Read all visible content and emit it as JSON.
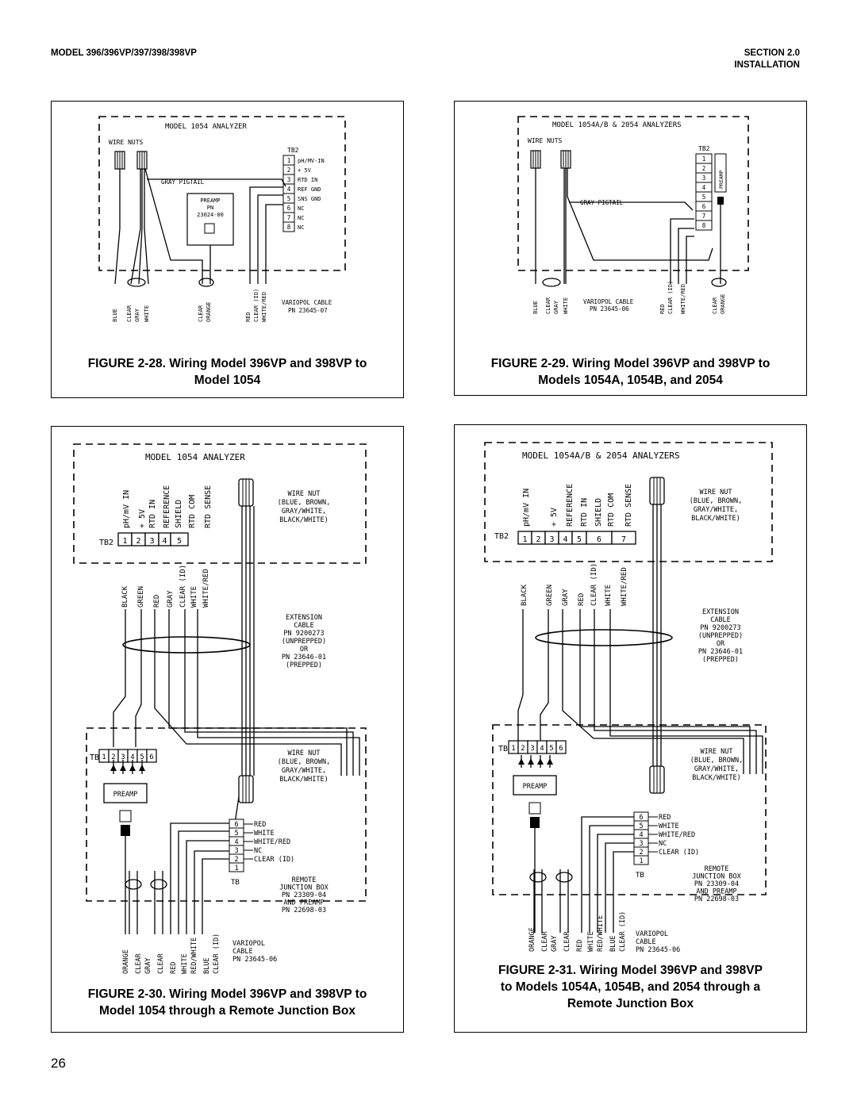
{
  "header": {
    "model": "MODEL 396/396VP/397/398/398VP",
    "section": "SECTION 2.0",
    "section_title": "INSTALLATION"
  },
  "page_number": "26",
  "figures": {
    "fig28": {
      "caption_line1": "FIGURE 2-28. Wiring Model 396VP and 398VP to",
      "caption_line2": "Model 1054",
      "analyzer_title": "MODEL 1054 ANALYZER",
      "wire_nuts": "WIRE NUTS",
      "tb_label": "TB2",
      "gray_pigtail": "GRAY PIGTAIL",
      "preamp_lines": [
        "PREAMP",
        "PN",
        "23024-00"
      ],
      "terminals": [
        "1",
        "2",
        "3",
        "4",
        "5",
        "6",
        "7",
        "8"
      ],
      "terminal_labels": [
        "pH/MV-IN",
        "+ 5V",
        "RTD IN",
        "REF GND",
        "SNS GND",
        "NC",
        "NC",
        "NC"
      ],
      "wires": [
        "BLUE",
        "CLEAR",
        "GRAY",
        "WHITE",
        "CLEAR",
        "ORANGE",
        "RED",
        "CLEAR (ID)",
        "WHITE/RED"
      ],
      "cable_lines": [
        "VARIOPOL CABLE",
        "PN 23645-07"
      ]
    },
    "fig29": {
      "caption_line1": "FIGURE 2-29. Wiring Model 396VP and 398VP to",
      "caption_line2": "Models 1054A, 1054B, and 2054",
      "analyzer_title": "MODEL 1054A/B & 2054 ANALYZERS",
      "wire_nuts": "WIRE NUTS",
      "tb_label": "TB2",
      "gray_pigtail": "GRAY PIGTAIL",
      "preamp": "PREAMP",
      "terminals": [
        "1",
        "2",
        "3",
        "4",
        "5",
        "6",
        "7",
        "8"
      ],
      "wires": [
        "BLUE",
        "CLEAR",
        "GRAY",
        "WHITE",
        "RED",
        "CLEAR (ID)",
        "WHITE/RED",
        "CLEAR",
        "ORANGE"
      ],
      "cable_lines": [
        "VARIOPOL CABLE",
        "PN 23645-06"
      ]
    },
    "fig30": {
      "caption_line1": "FIGURE 2-30. Wiring Model 396VP and 398VP to",
      "caption_line2": "Model 1054 through a Remote Junction Box",
      "analyzer_title": "MODEL 1054 ANALYZER",
      "top_terms": [
        "pH/mV IN",
        "+ 5V",
        "RTD IN",
        "REFERENCE",
        "SHIELD",
        "RTD COM",
        "RTD SENSE"
      ],
      "tb2_label": "TB2",
      "tb2_terminals": [
        "1",
        "2",
        "3",
        "4",
        "5"
      ],
      "wire_nut_lines": [
        "WIRE NUT",
        "(BLUE, BROWN,",
        "GRAY/WHITE,",
        "BLACK/WHITE)"
      ],
      "mid_wires": [
        "BLACK",
        "GREEN",
        "RED",
        "GRAY",
        "CLEAR (ID)",
        "WHITE",
        "WHITE/RED"
      ],
      "ext_cable_lines": [
        "EXTENSION",
        "CABLE",
        "PN 9200273",
        "(UNPREPPED)",
        "OR",
        "PN 23646-01",
        "(PREPPED)"
      ],
      "tb_label": "TB",
      "tb_terminals": [
        "1",
        "2",
        "3",
        "4",
        "5",
        "6"
      ],
      "preamp": "PREAMP",
      "jb_terms": [
        "6",
        "5",
        "4",
        "3",
        "2",
        "1"
      ],
      "jb_labels": [
        "RED",
        "WHITE",
        "WHITE/RED",
        "NC",
        "CLEAR (ID)"
      ],
      "junction_lines": [
        "REMOTE",
        "JUNCTION BOX",
        "PN 23309-04",
        "AND PREAMP",
        "PN 22698-03"
      ],
      "bottom_wires": [
        "ORANGE",
        "CLEAR",
        "GRAY",
        "CLEAR",
        "RED",
        "WHITE",
        "RED/WHITE",
        "BLUE",
        "CLEAR (ID)"
      ],
      "cable_lines": [
        "VARIOPOL",
        "CABLE",
        "PN 23645-06"
      ]
    },
    "fig31": {
      "caption_line1": "FIGURE 2-31. Wiring Model 396VP and 398VP",
      "caption_line2": "to Models 1054A, 1054B, and 2054 through a",
      "caption_line3": "Remote Junction Box",
      "analyzer_title": "MODEL 1054A/B & 2054 ANALYZERS",
      "top_terms": [
        "pH/mV IN",
        "+ 5V",
        "REFERENCE",
        "RTD IN",
        "SHIELD",
        "RTD COM",
        "RTD SENSE"
      ],
      "tb2_label": "TB2",
      "tb2_terminals": [
        "1",
        "2",
        "3",
        "4",
        "5",
        "6",
        "7"
      ],
      "wire_nut_lines": [
        "WIRE NUT",
        "(BLUE, BROWN,",
        "GRAY/WHITE,",
        "BLACK/WHITE)"
      ],
      "mid_wires": [
        "BLACK",
        "GREEN",
        "GRAY",
        "RED",
        "CLEAR (ID)",
        "WHITE",
        "WHITE/RED"
      ],
      "ext_cable_lines": [
        "EXTENSION",
        "CABLE",
        "PN 9200273",
        "(UNPREPPED)",
        "OR",
        "PN 23646-01",
        "(PREPPED)"
      ],
      "tb_label": "TB",
      "tb_terminals": [
        "1",
        "2",
        "3",
        "4",
        "5",
        "6"
      ],
      "preamp": "PREAMP",
      "jb_terms": [
        "6",
        "5",
        "4",
        "3",
        "2",
        "1"
      ],
      "jb_labels": [
        "RED",
        "WHITE",
        "WHITE/RED",
        "NC",
        "CLEAR (ID)"
      ],
      "junction_lines": [
        "REMOTE",
        "JUNCTION BOX",
        "PN 23309-04",
        "AND PREAMP",
        "PN 22698-03"
      ],
      "bottom_wires": [
        "ORANGE",
        "CLEAR",
        "GRAY",
        "CLEAR",
        "RED",
        "WHITE",
        "RED/WHITE",
        "BLUE",
        "CLEAR (ID)"
      ],
      "cable_lines": [
        "VARIOPOL",
        "CABLE",
        "PN 23645-06"
      ]
    }
  }
}
